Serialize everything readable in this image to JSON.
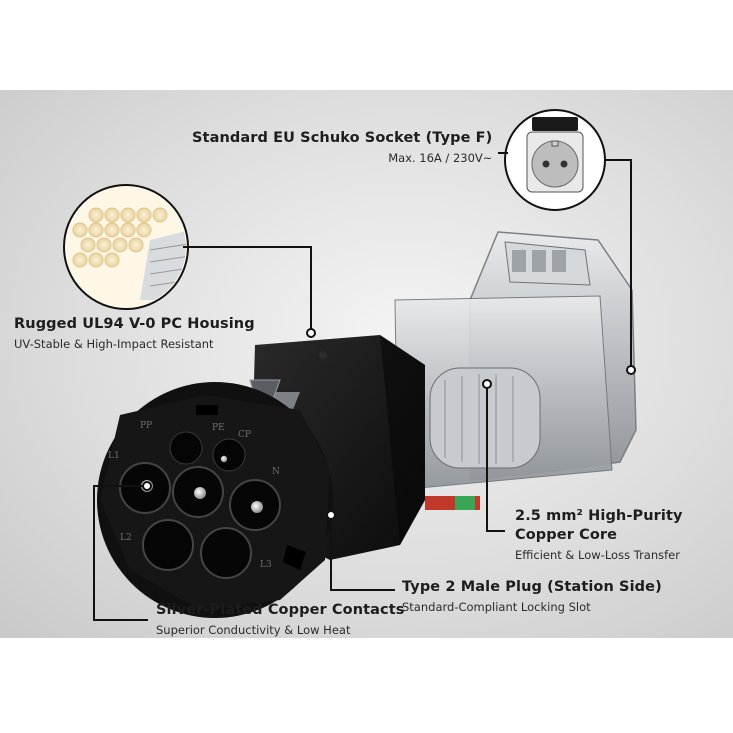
{
  "callouts": {
    "schuko": {
      "title": "Standard EU Schuko Socket (Type F)",
      "subtitle": "Max. 16A / 230V~"
    },
    "housing": {
      "title": "Rugged UL94 V-0 PC Housing",
      "subtitle": "UV-Stable & High-Impact Resistant"
    },
    "core": {
      "title_line1": "2.5 mm² High-Purity",
      "title_line2": "Copper Core",
      "subtitle": "Efficient & Low-Loss Transfer"
    },
    "plug": {
      "title": "Type 2 Male Plug (Station Side)",
      "subtitle": "Standard-Compliant Locking Slot"
    },
    "contacts": {
      "title": "Silver-Plated Copper Contacts",
      "subtitle": "Superior Conductivity & Low Heat"
    }
  },
  "pin_labels": {
    "pp": "PP",
    "cp": "CP",
    "pe": "PE",
    "l1": "L1",
    "n": "N",
    "l2": "L2",
    "l3": "L3"
  },
  "colors": {
    "plug_body": "#151515",
    "clear_housing": "#c8ccd0",
    "callout_line": "#111111",
    "accent_red": "#c0392b",
    "accent_green": "#3aa655"
  }
}
